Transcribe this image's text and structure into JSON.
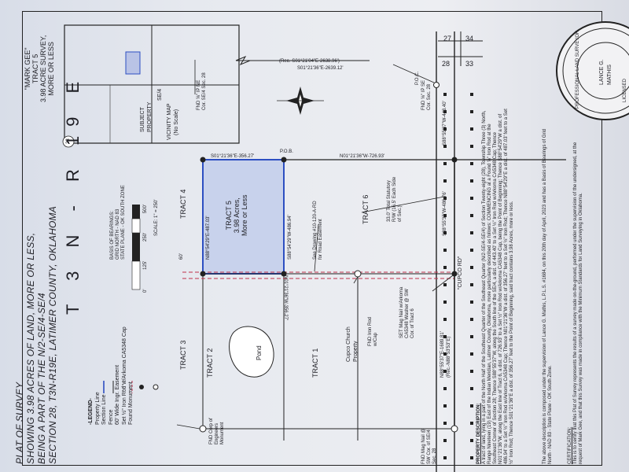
{
  "title": {
    "line1": "PLAT OF SURVEY",
    "line2": "SHOWING 3.98 ACRES OF LAND, MORE OR LESS,",
    "line3": "BEING A PART OF THE N/2-SE/4-SE/4",
    "line4": "SECTION 28, T3N-R19E, LATIMER COUNTY, OKLAHOMA"
  },
  "tag": {
    "line1": "\"MARK GEE\"",
    "line2": "TRACT 5",
    "line3": "3.98 ACRE SURVEY,",
    "line4": "MORE OR LESS"
  },
  "township": "T 3 N - R 19 E",
  "vicinity": {
    "label": "VICINITY MAP",
    "scale": "(No Scale)",
    "se4": "SE/4",
    "subject": "SUBJECT PROPERTY",
    "section_circle": "28"
  },
  "legend": {
    "title": "-LEGEND-",
    "items": [
      "Property Line",
      "Section Line",
      "Fence",
      "60' Wide Ingr. Easement",
      "Set ½\" Iron Rod w/Arkoma CA5348 Cap",
      "Found Monument"
    ]
  },
  "bearings": {
    "l1": "BASIS OF BEARINGS:",
    "l2": "GRID NORTH - NAD 83",
    "l3": "STATE PLANE - OK SOUTH ZONE",
    "scale": "SCALE: 1\" = 250'",
    "ticks": [
      "0'",
      "125'",
      "250'",
      "500'"
    ]
  },
  "tract5": {
    "line1": "TRACT 5",
    "line2": "3.98 Acres,",
    "line3": "More or Less"
  },
  "tracts": [
    "TRACT 1",
    "TRACT 2",
    "TRACT 3",
    "TRACT 4",
    "TRACT 6"
  ],
  "pond": "Pond",
  "church": "Cupco Church Property",
  "road": "\"CUPCO RD\"",
  "statutory": "33.0' Total Statutory R/W (16.5' Each Side of Sec.)",
  "see_drawing": "See Drawing #10-120-A-RD for Road Easement",
  "bearings_text": {
    "top_record": "(Rec.-S01°21'04\"E-2638.96')",
    "top_measured": "S01°21'36\"E-2639.12'",
    "north_line": "S01°21'36\"E-356.27'",
    "east_dist": "N01°21'36\"W-726.93'",
    "west_vertical": "N88°54'29\"E-487.03'",
    "mid_vertical": "S88°54'29\"W-486.94'",
    "south_line": "N01°21'36\"W-356.27'",
    "right_1": "S88°55'37\"W-443.40'",
    "right_2": "S88°55'37\"W-486.76'",
    "bottom_1": "N88°55'37\"E-1689.81'",
    "bottom_2": "(Rec.-N88°53'53\"E)",
    "angle": "60'"
  },
  "pob": "P.O.B.",
  "poc": "P.O.C.",
  "monuments": {
    "ne_cor": "FND ⅝\" IP NE Cor. SE/4 Sec. 28",
    "se_cor": "FND ⅝\" IP SE Cor. Sec. 28",
    "iron_rod": "FND Iron Rod w/Cap",
    "mag_nail": "SET Mag Nail w/Arkoma CA5348 Washer @ SW Cor. of Tract 6",
    "sw_cor": "FND Mag Nail @ SW Cor. of SE/4 Sec. 28",
    "corp": "FND Corp of Engineers Monument"
  },
  "section_numbers": [
    "27",
    "34",
    "28",
    "33"
  ],
  "description": {
    "heading": "PROPERTY DESCRIPTION:",
    "text": "A tract of land, lying in a part of the North Half of the Southeast Quarter of the Southeast Quarter (N/2-SE/4-SE/4) of Section Twenty-eight (28), Township Three (3) North, Range Nineteen (19) East of the Indian Meridian, Latimer County, Oklahoma, more particularly described as follows: COMMENCING at a Found ⅝\" Iron Rod at the Southeast Corner of Section 28; Thence S88°55'37\"W, along the South line of the SE/4, a dist. of 443.40' to a Set ½\" Iron Rod w/Arkoma CA5348 Cap; Thence N01°21'36\"W, along the East line of Tract 6, a dist. of 726.93' to a Set ½\" Iron Rod w/Arkoma CA5348 Cap, being the Point of Beginning; Thence S88°54'29\"W a dist. of 486.94' to a Set ½\" Iron Rod w/Arkoma CA5348 Cap; Thence N01°21'36\"W a dist. of 356.27' feet to a Set ½\" Iron Rod; Thence N88°54'29\"E a dist. of 487.03' feet to a Set ½\" Iron Rod; Thence S01°21'36\"E a dist. of 356.27' feet to the Point of Beginning, said tract contains 3.98 Acres, more or less.",
    "basis": "The above description is composed under the supervision of Lance G. Mathis, L.P.L.S. #1684, on this 20th day of April, 2023 and has a Basis of Bearings of Grid North - NAD 83 - State Plane - OK South Zone."
  },
  "certification": {
    "heading": "CERTIFICATION:",
    "text": "This is to certify that this Plat of Survey represents the results of a survey made on-the-ground, performed under the supervision of the undersigned, at the request of Mark Gee, and that this Survey was made in compliance with the Minimum Standards for Land Surveying in Oklahoma."
  },
  "seal": {
    "top": "PROFESSIONAL LAND SURVEYOR",
    "name1": "LANCE G.",
    "name2": "MATHIS",
    "bottom": "LICENSED"
  },
  "colors": {
    "tract_fill": "#c8d2ec",
    "tract_border": "#2d4fc2",
    "easement": "#c0304a",
    "ink": "#1e1e24"
  }
}
